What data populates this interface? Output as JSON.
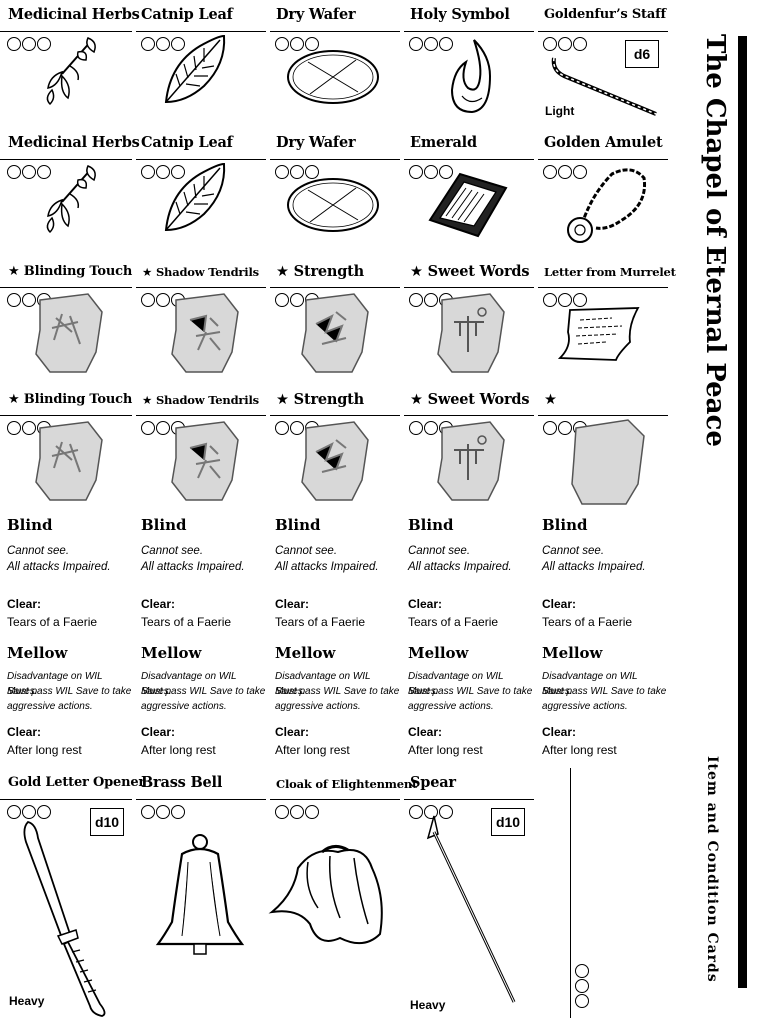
{
  "page": {
    "title": "The Chapel of Eternal Peace",
    "subtitle": "Item and Condition Cards"
  },
  "rows": {
    "row1": [
      {
        "title": "Medicinal Herbs",
        "icon": "herbs-icon"
      },
      {
        "title": "Catnip Leaf",
        "icon": "leaf-icon"
      },
      {
        "title": "Dry Wafer",
        "icon": "wafer-icon"
      },
      {
        "title": "Holy Symbol",
        "icon": "holy-symbol-icon"
      },
      {
        "title": "Goldenfur’s Staff",
        "icon": "staff-icon",
        "die": "d6",
        "tag": "Light"
      }
    ],
    "row2": [
      {
        "title": "Medicinal Herbs",
        "icon": "herbs-icon"
      },
      {
        "title": "Catnip Leaf",
        "icon": "leaf-icon"
      },
      {
        "title": "Dry Wafer",
        "icon": "wafer-icon"
      },
      {
        "title": "Emerald",
        "icon": "emerald-icon"
      },
      {
        "title": "Golden Amulet",
        "icon": "amulet-icon"
      }
    ],
    "row3": [
      {
        "title": "Blinding Touch",
        "icon": "rune-stone-icon"
      },
      {
        "title": "Shadow Tendrils",
        "icon": "rune-stone-icon"
      },
      {
        "title": "Strength",
        "icon": "rune-stone-icon"
      },
      {
        "title": "Sweet Words",
        "icon": "rune-stone-icon"
      },
      {
        "title": "Letter from Murrelet",
        "icon": "letter-icon"
      }
    ],
    "row4": [
      {
        "title": "Blinding Touch",
        "icon": "rune-stone-icon"
      },
      {
        "title": "Shadow Tendrils",
        "icon": "rune-stone-icon"
      },
      {
        "title": "Strength",
        "icon": "rune-stone-icon"
      },
      {
        "title": "Sweet Words",
        "icon": "rune-stone-icon"
      },
      {
        "title": "",
        "icon": "blank-stone-icon"
      }
    ],
    "row5": [
      {
        "title": "Gold Letter Opener",
        "icon": "letter-opener-icon",
        "die": "d10",
        "tag": "Heavy"
      },
      {
        "title": "Brass Bell",
        "icon": "bell-icon"
      },
      {
        "title": "Cloak of Elightenment",
        "icon": "cloak-icon"
      },
      {
        "title": "Spear",
        "icon": "spear-icon",
        "die": "d10",
        "tag": "Heavy"
      }
    ]
  },
  "star_glyph": "★",
  "conditions": {
    "blind": {
      "title": "Blind",
      "text1": "Cannot see.",
      "text2": "All attacks Impaired.",
      "clear_label": "Clear:",
      "clear_value": "Tears of a Faerie"
    },
    "mellow": {
      "title": "Mellow",
      "text1": "Disadvantage on WIL Saves.",
      "text2": "Must pass WIL Save to take",
      "text3": "aggressive actions.",
      "clear_label": "Clear:",
      "clear_value": "After long rest"
    }
  }
}
